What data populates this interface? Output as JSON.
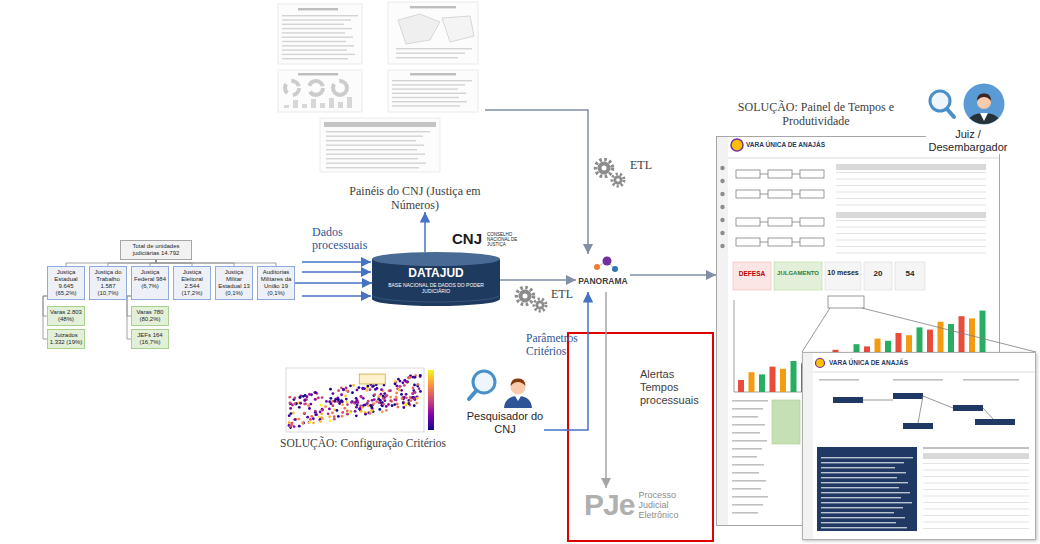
{
  "diagram": {
    "nodes": [
      {
        "text": [
          "Painéis do CNJ (Justiça em Números)"
        ]
      },
      {
        "text": [
          "Total de unidades judiciárias 14.792"
        ]
      },
      {
        "text": [
          "Justiça Estadual 9.645 (65,2%)"
        ]
      },
      {
        "text": [
          "Justiça do Trabalho 1.587 (10,7%)"
        ]
      },
      {
        "text": [
          "Justiça Federal 984 (6,7%)"
        ]
      },
      {
        "text": [
          "Justiça Eleitoral 2.544 (17,2%)"
        ]
      },
      {
        "text": [
          "Justiça Militar Estadual 13 (0,1%)"
        ]
      },
      {
        "text": [
          "Auditorias Militares da União 19 (0,1%)"
        ]
      },
      {
        "text": [
          "Varas 2.803 (48%)"
        ]
      },
      {
        "text": [
          "Juizados 1.332 (19%)"
        ]
      },
      {
        "text": [
          "Varas 780 (80,2%)"
        ]
      },
      {
        "text": [
          "JEFs 164 (16,7%)"
        ]
      },
      {
        "text": [
          "DATAJUD",
          "BASE NACIONAL DE DADOS DO PODER JUDICIÁRIO"
        ]
      },
      {
        "text": [
          "PANORAMA"
        ]
      },
      {
        "text": [
          "Pesquisador do CNJ"
        ]
      },
      {
        "text": [
          "SOLUÇÃO: Configuração Critérios"
        ]
      },
      {
        "text": [
          "PJe",
          "Processo Judicial Eletrônico"
        ]
      },
      {
        "text": [
          "SOLUÇÃO: Painel de Tempos e Produtividade",
          "VARA ÚNICA DE ANAJÁS"
        ]
      },
      {
        "text": [
          "VARA ÚNICA DE ANAJÁS"
        ]
      },
      {
        "text": [
          "Juiz / Desembargador"
        ]
      }
    ],
    "edges": [
      {
        "from": 7,
        "to": 12,
        "label": "Dados processuais",
        "arrow": "to"
      },
      {
        "from": 12,
        "to": 0,
        "arrow": "to"
      },
      {
        "from": 0,
        "to": 13,
        "label": "ETL",
        "arrow": "to"
      },
      {
        "from": 12,
        "to": 13,
        "label": "ETL",
        "arrow": "to"
      },
      {
        "from": 14,
        "to": 13,
        "label": "Parâmetros Critérios",
        "arrow": "to"
      },
      {
        "from": 13,
        "to": 16,
        "label": "Alertas Tempos processuais",
        "arrow": "to"
      },
      {
        "from": 13,
        "to": 17,
        "arrow": "to"
      },
      {
        "from": 1,
        "to": 2,
        "arrow": "none"
      },
      {
        "from": 1,
        "to": 3,
        "arrow": "none"
      },
      {
        "from": 1,
        "to": 4,
        "arrow": "none"
      },
      {
        "from": 1,
        "to": 5,
        "arrow": "none"
      },
      {
        "from": 1,
        "to": 6,
        "arrow": "none"
      },
      {
        "from": 1,
        "to": 7,
        "arrow": "none"
      },
      {
        "from": 2,
        "to": 8,
        "arrow": "none"
      },
      {
        "from": 2,
        "to": 9,
        "arrow": "none"
      },
      {
        "from": 4,
        "to": 10,
        "arrow": "none"
      },
      {
        "from": 4,
        "to": 11,
        "arrow": "none"
      }
    ],
    "labels": [
      "CNJ",
      "CONSELHO NACIONAL DE JUSTIÇA",
      "DEFESA",
      "JULGAMENTO",
      "10 meses",
      "20",
      "54"
    ]
  }
}
